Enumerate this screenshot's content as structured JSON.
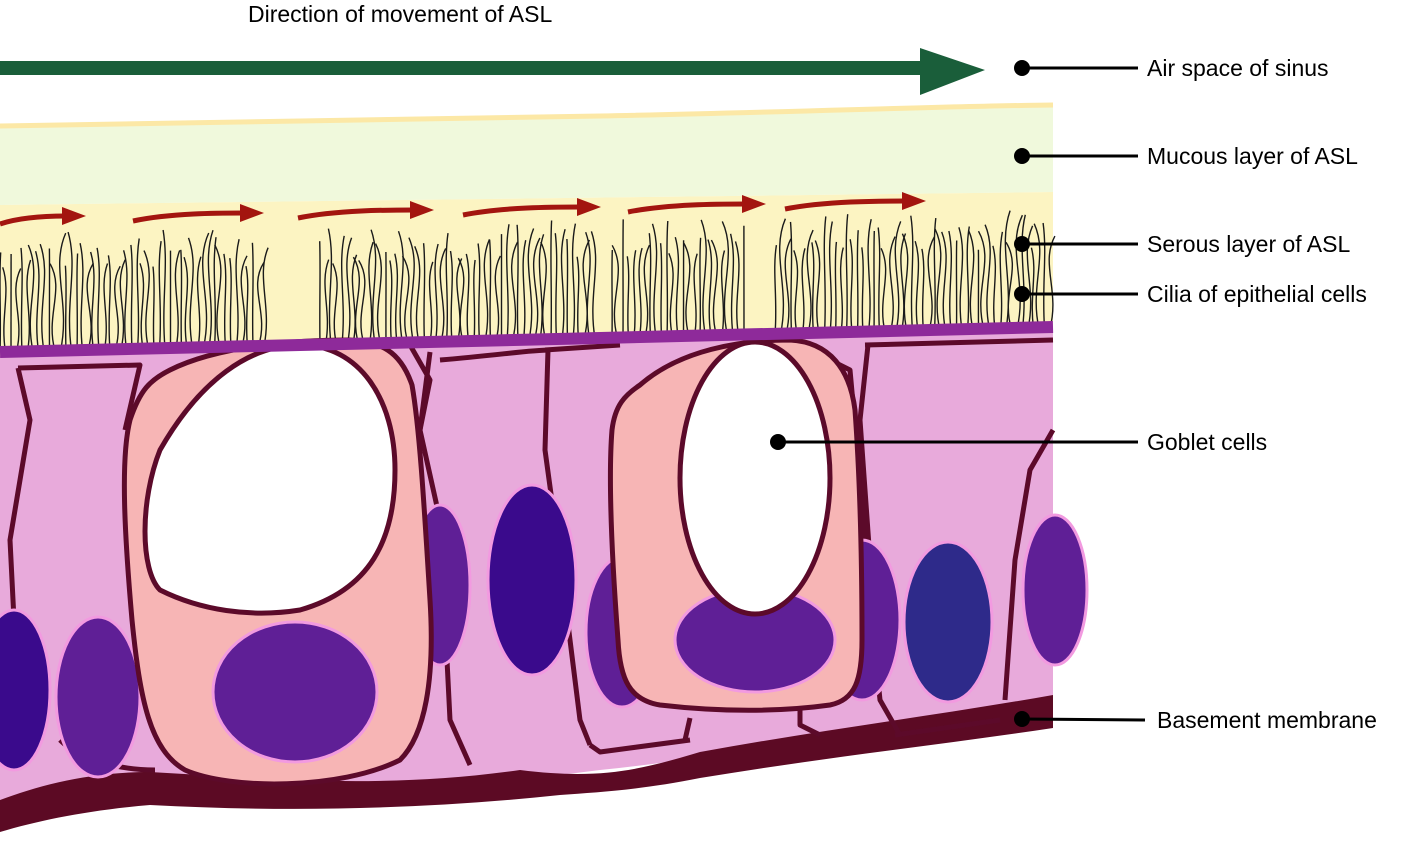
{
  "diagram": {
    "title": "Direction of movement of ASL",
    "labels": [
      {
        "id": "air-space",
        "text": "Air space of sinus"
      },
      {
        "id": "mucous-layer",
        "text": "Mucous layer of ASL"
      },
      {
        "id": "serous-layer",
        "text": "Serous layer of ASL"
      },
      {
        "id": "cilia",
        "text": "Cilia of epithelial cells"
      },
      {
        "id": "goblet-cells",
        "text": "Goblet cells"
      },
      {
        "id": "basement-membrane",
        "text": "Basement membrane"
      }
    ],
    "colors": {
      "flow_arrow": "#1a5e3a",
      "mucous": "#f0f9dc",
      "serous": "#fcf4c2",
      "cilia": "#1a1a1a",
      "cilia_arrows": "#a3150f",
      "apical_membrane": "#8e2a9a",
      "cell_cytoplasm": "#e8aadb",
      "cell_outline": "#5c0a2a",
      "goblet_cytoplasm": "#f7b5b5",
      "mucus_vacuole": "#ffffff",
      "nucleus_purple": "#5f1f96",
      "nucleus_dark": "#3a0a8c",
      "nucleus_blue": "#2e2a8a",
      "nucleus_rim": "#f29ae0",
      "basement": "#5c0a24"
    }
  }
}
